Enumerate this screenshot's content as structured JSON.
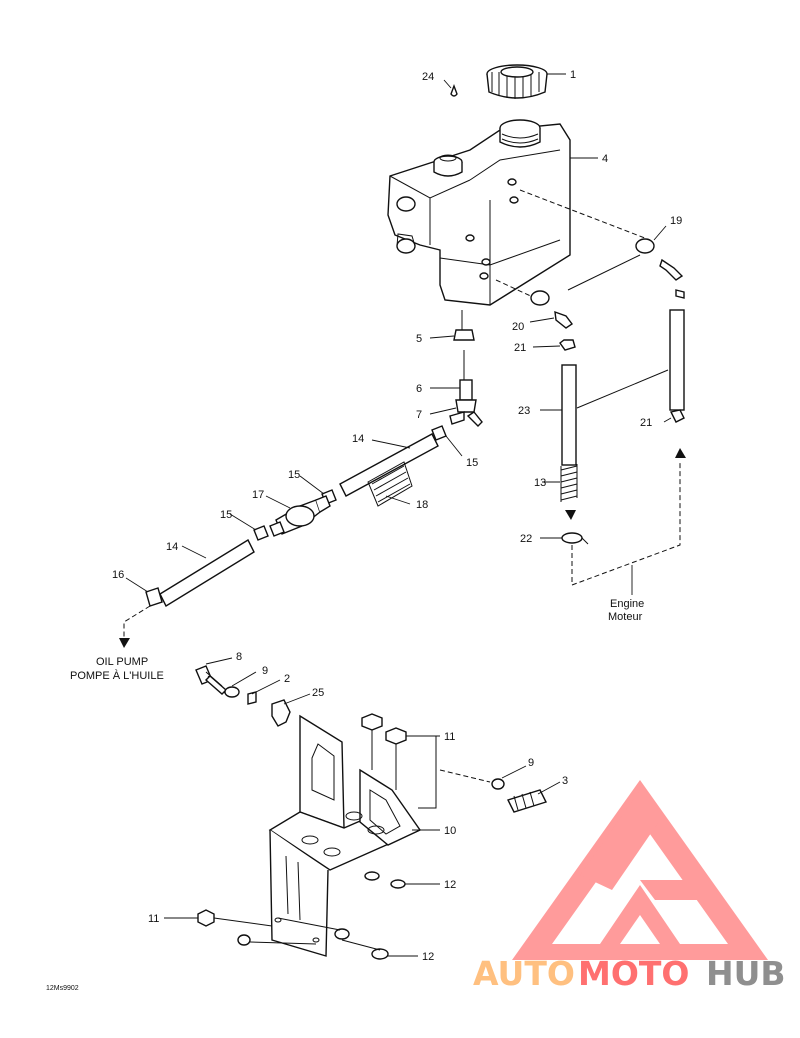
{
  "callouts": {
    "c1": "1",
    "c24": "24",
    "c4": "4",
    "c19": "19",
    "c20": "20",
    "c21a": "21",
    "c21b": "21",
    "c5": "5",
    "c6": "6",
    "c7": "7",
    "c23": "23",
    "c14a": "14",
    "c15a": "15",
    "c15b": "15",
    "c13": "13",
    "c17": "17",
    "c18": "18",
    "c15c": "15",
    "c22": "22",
    "c14b": "14",
    "c16": "16",
    "c8": "8",
    "c9a": "9",
    "c2": "2",
    "c25": "25",
    "c11a": "11",
    "c9b": "9",
    "c3": "3",
    "c10": "10",
    "c12a": "12",
    "c11b": "11",
    "c12b": "12"
  },
  "notes": {
    "engine_en": "Engine",
    "engine_fr": "Moteur",
    "oil_pump_en": "OIL PUMP",
    "oil_pump_fr": "POMPE À L'HUILE",
    "drawing_ref": "12Ms9902"
  },
  "watermark": {
    "word_part1": "AUTO",
    "word_part2": "MOTO",
    "word_part3": "HUB",
    "color_red": "#ff7070",
    "color_orange": "#ffc080",
    "color_gray": "#8f8f8f"
  }
}
